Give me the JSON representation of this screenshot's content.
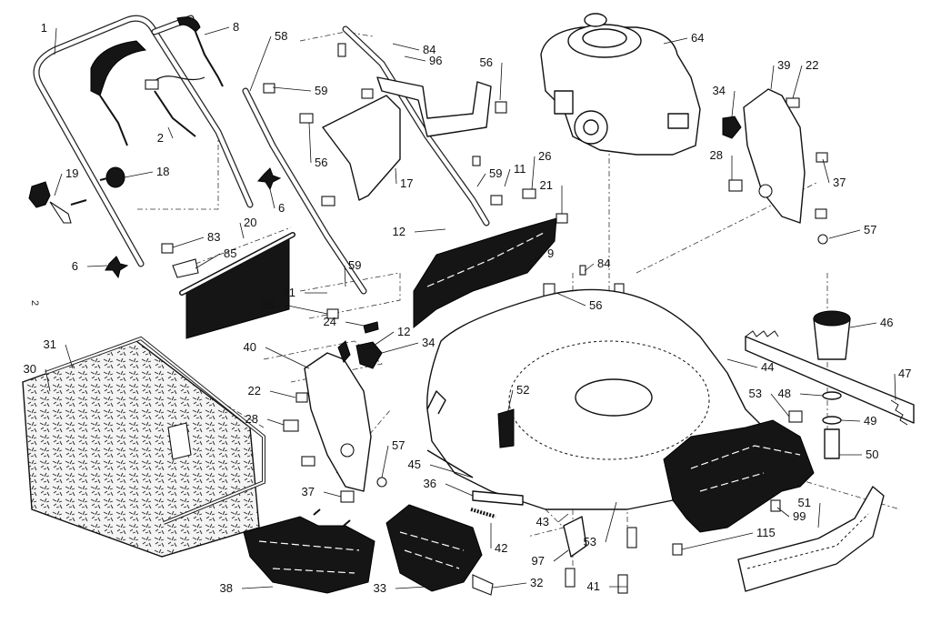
{
  "diagram": {
    "side_label": "2",
    "callouts": [
      {
        "id": "c1",
        "text": "1"
      },
      {
        "id": "c2",
        "text": "2"
      },
      {
        "id": "c8",
        "text": "8"
      },
      {
        "id": "c19",
        "text": "19"
      },
      {
        "id": "c18",
        "text": "18"
      },
      {
        "id": "c6a",
        "text": "6"
      },
      {
        "id": "c6b",
        "text": "6"
      },
      {
        "id": "c20",
        "text": "20"
      },
      {
        "id": "c83",
        "text": "83"
      },
      {
        "id": "c85",
        "text": "85"
      },
      {
        "id": "c58",
        "text": "58"
      },
      {
        "id": "c84a",
        "text": "84"
      },
      {
        "id": "c96",
        "text": "96"
      },
      {
        "id": "c56a",
        "text": "56"
      },
      {
        "id": "c59a",
        "text": "59"
      },
      {
        "id": "c56b",
        "text": "56"
      },
      {
        "id": "c17",
        "text": "17"
      },
      {
        "id": "c59b",
        "text": "59"
      },
      {
        "id": "c11a",
        "text": "11"
      },
      {
        "id": "c26a",
        "text": "26"
      },
      {
        "id": "c21",
        "text": "21"
      },
      {
        "id": "c12a",
        "text": "12"
      },
      {
        "id": "c64",
        "text": "64"
      },
      {
        "id": "c39",
        "text": "39"
      },
      {
        "id": "c22a",
        "text": "22"
      },
      {
        "id": "c34a",
        "text": "34"
      },
      {
        "id": "c28a",
        "text": "28"
      },
      {
        "id": "c37a",
        "text": "37"
      },
      {
        "id": "c57a",
        "text": "57"
      },
      {
        "id": "c9",
        "text": "9"
      },
      {
        "id": "c84b",
        "text": "84"
      },
      {
        "id": "c56c",
        "text": "56"
      },
      {
        "id": "c59c",
        "text": "59"
      },
      {
        "id": "c11b",
        "text": "11"
      },
      {
        "id": "c26b",
        "text": "26"
      },
      {
        "id": "c24",
        "text": "24"
      },
      {
        "id": "c12b",
        "text": "12"
      },
      {
        "id": "c34b",
        "text": "34"
      },
      {
        "id": "c46",
        "text": "46"
      },
      {
        "id": "c44",
        "text": "44"
      },
      {
        "id": "c47",
        "text": "47"
      },
      {
        "id": "c31",
        "text": "31"
      },
      {
        "id": "c30",
        "text": "30"
      },
      {
        "id": "c40",
        "text": "40"
      },
      {
        "id": "c22b",
        "text": "22"
      },
      {
        "id": "c28b",
        "text": "28"
      },
      {
        "id": "c52",
        "text": "52"
      },
      {
        "id": "c53a",
        "text": "53"
      },
      {
        "id": "c48",
        "text": "48"
      },
      {
        "id": "c49",
        "text": "49"
      },
      {
        "id": "c50",
        "text": "50"
      },
      {
        "id": "c57b",
        "text": "57"
      },
      {
        "id": "c45",
        "text": "45"
      },
      {
        "id": "c36",
        "text": "36"
      },
      {
        "id": "c37b",
        "text": "37"
      },
      {
        "id": "c42",
        "text": "42"
      },
      {
        "id": "c43",
        "text": "43"
      },
      {
        "id": "c97",
        "text": "97"
      },
      {
        "id": "c53b",
        "text": "53"
      },
      {
        "id": "c99",
        "text": "99"
      },
      {
        "id": "c51",
        "text": "51"
      },
      {
        "id": "c115",
        "text": "115"
      },
      {
        "id": "c38",
        "text": "38"
      },
      {
        "id": "c33",
        "text": "33"
      },
      {
        "id": "c32",
        "text": "32"
      },
      {
        "id": "c41",
        "text": "41"
      }
    ]
  }
}
